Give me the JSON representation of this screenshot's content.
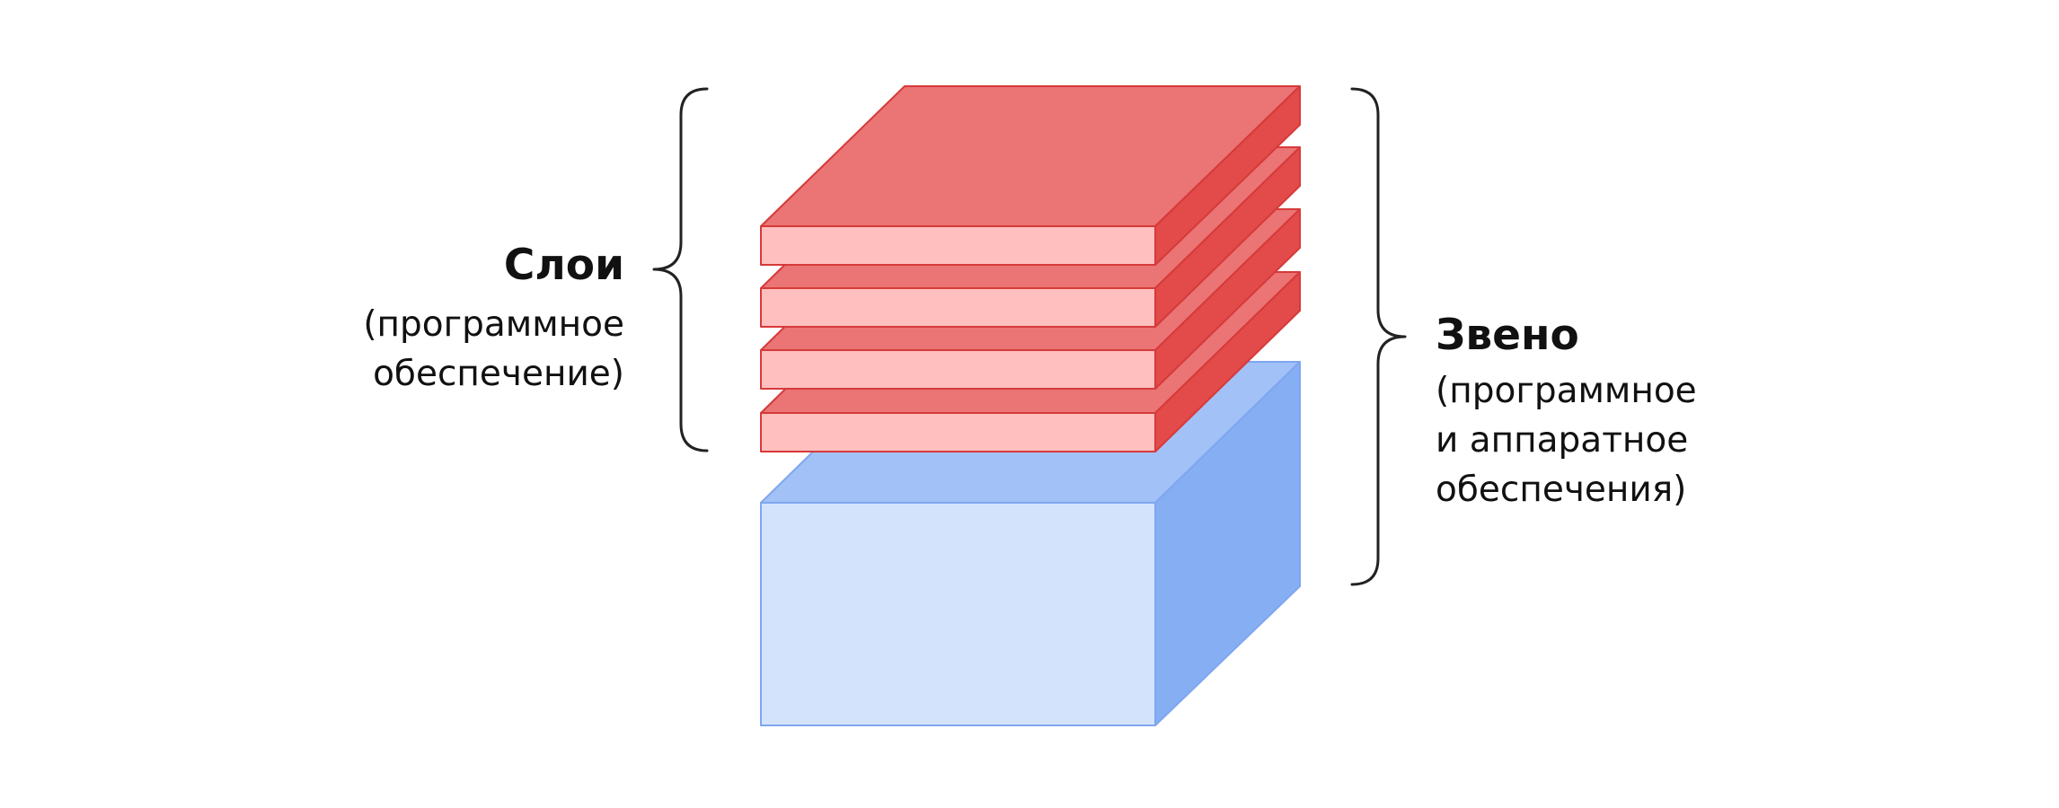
{
  "left_label": {
    "title": "Слои",
    "subtitle_lines": [
      "(программное",
      "обеспечение)"
    ]
  },
  "right_label": {
    "title": "Звено",
    "subtitle_lines": [
      "(программное",
      "и аппаратное",
      "обеспечения)"
    ]
  },
  "colors": {
    "layer_top": "#EB7474",
    "layer_side": "#E34A4A",
    "layer_front": "#FFBFBF",
    "layer_stroke": "#D63A3A",
    "base_top": "#A2C1F7",
    "base_side": "#86AEF2",
    "base_front": "#D4E3FC",
    "base_stroke": "#7FA6EF",
    "brace": "#222222"
  }
}
